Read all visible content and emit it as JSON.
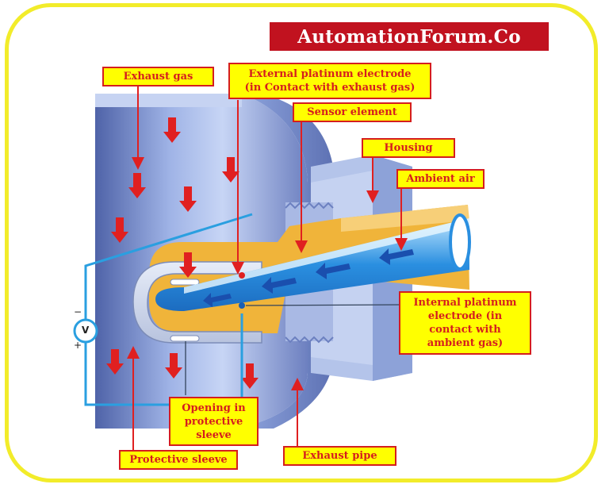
{
  "brand": "AutomationForum.Co",
  "labels": {
    "exhaust_gas": "Exhaust gas",
    "external_electrode_line1": "External platinum electrode",
    "external_electrode_line2": "(in Contact with exhaust gas)",
    "sensor_element": "Sensor element",
    "housing": "Housing",
    "ambient_air": "Ambient air",
    "internal_electrode_line1": "Internal platinum",
    "internal_electrode_line2": "electrode (in",
    "internal_electrode_line3": "contact with",
    "internal_electrode_line4": "ambient gas)",
    "opening_line1": "Opening in",
    "opening_line2": "protective",
    "opening_line3": "sleeve",
    "protective_sleeve": "Protective sleeve",
    "exhaust_pipe": "Exhaust pipe"
  },
  "voltmeter": {
    "symbol": "V",
    "minus": "−",
    "plus": "+"
  },
  "colors": {
    "label_fill": "#ffff00",
    "label_text": "#d51e1e",
    "brand_fill": "#c1121f",
    "frame": "#f2ec2a",
    "wire": "#2a9fe0",
    "sensor_body": "#f0b43a",
    "pipe": "#6f84c4"
  }
}
